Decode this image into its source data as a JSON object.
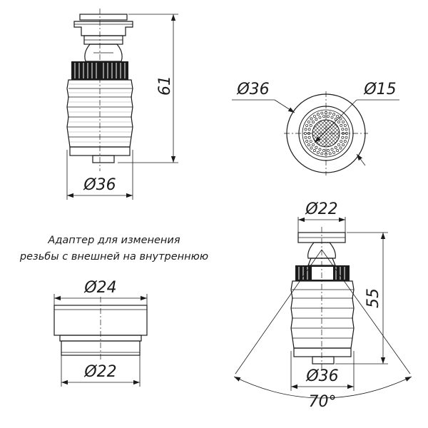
{
  "drawing": {
    "main_view": {
      "height_label": "61",
      "diameter_label": "Ø36"
    },
    "bottom_view": {
      "outer_label": "Ø36",
      "inner_label": "Ø15"
    },
    "adapter": {
      "caption_line1": "Адаптер для изменения",
      "caption_line2": "резьбы с внешней на внутреннюю",
      "top_label": "Ø24",
      "bottom_label": "Ø22"
    },
    "tilt_view": {
      "top_label": "Ø22",
      "height_label": "55",
      "bottom_label": "Ø36",
      "angle_label": "70°"
    }
  }
}
